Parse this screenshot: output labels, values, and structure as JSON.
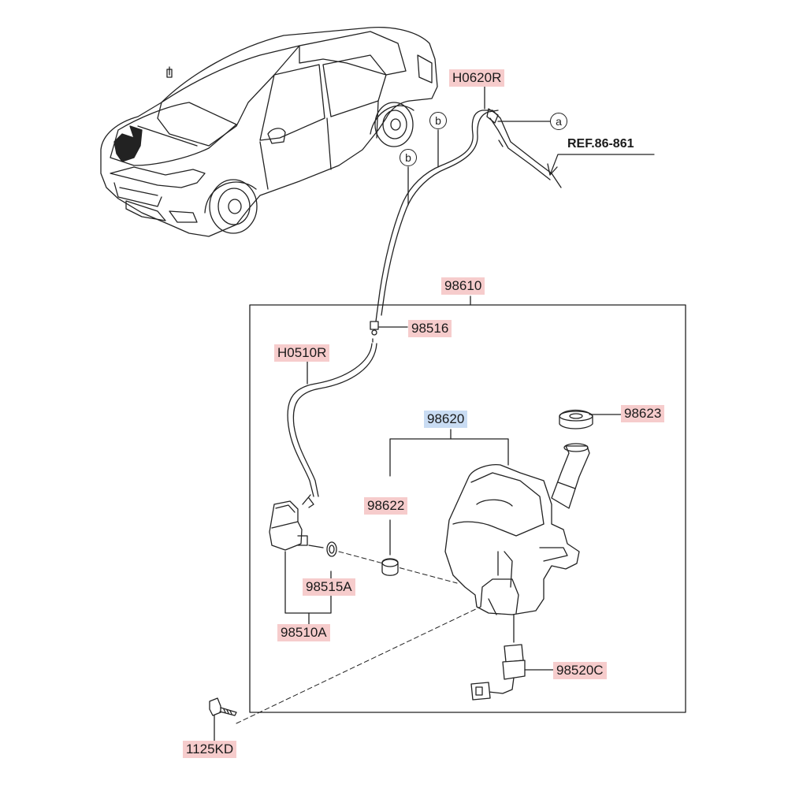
{
  "labels": {
    "h0620r": "H0620R",
    "ref": "REF.86-861",
    "p98610": "98610",
    "p98516": "98516",
    "h0510r": "H0510R",
    "p98620": "98620",
    "p98623": "98623",
    "p98622": "98622",
    "p98515a": "98515A",
    "p98510a": "98510A",
    "p98520c": "98520C",
    "p1125kd": "1125KD"
  },
  "markers": {
    "a": "a",
    "b_upper": "b",
    "b_lower": "b"
  },
  "colors": {
    "label_highlight": "#f6cccc",
    "assembly_highlight": "#c9dcf3",
    "line": "#222222"
  }
}
